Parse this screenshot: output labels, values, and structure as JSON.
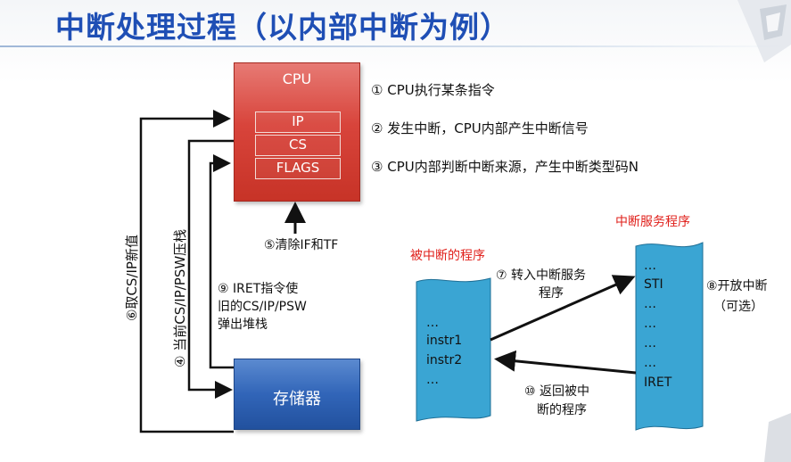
{
  "title": "中断处理过程（以内部中断为例）",
  "cpu": {
    "label": "CPU",
    "registers": [
      "IP",
      "CS",
      "FLAGS"
    ]
  },
  "memory": {
    "label": "存储器"
  },
  "steps": {
    "s1": "① CPU执行某条指令",
    "s2": "② 发生中断，CPU内部产生中断信号",
    "s3": "③ CPU内部判断中断来源，产生中断类型码N",
    "s4": "④ 当前CS/IP/PSW压栈",
    "s5": "⑤清除IF和TF",
    "s6": "⑥取CS/IP新值",
    "s7_line1": "⑦  转入中断服务",
    "s7_line2": "程序",
    "s8_line1": "⑧开放中断",
    "s8_line2": "（可选）",
    "s9_line1": "⑨ IRET指令使",
    "s9_line2": "旧的CS/IP/PSW",
    "s9_line3": "弹出堆栈",
    "s10_line1": "⑩  返回被中",
    "s10_line2": "断的程序"
  },
  "interrupted_program": {
    "title": "被中断的程序",
    "lines": [
      "…",
      "instr1",
      "instr2",
      "…"
    ]
  },
  "isr": {
    "title": "中断服务程序",
    "lines": [
      "…",
      "STI",
      "…",
      "…",
      "…",
      "…",
      "IRET"
    ]
  },
  "colors": {
    "title": "#1f4fb5",
    "cpu": "#d8443b",
    "memory": "#3165b8",
    "program": "#3aa5d3",
    "accent_red": "#e0201b"
  }
}
